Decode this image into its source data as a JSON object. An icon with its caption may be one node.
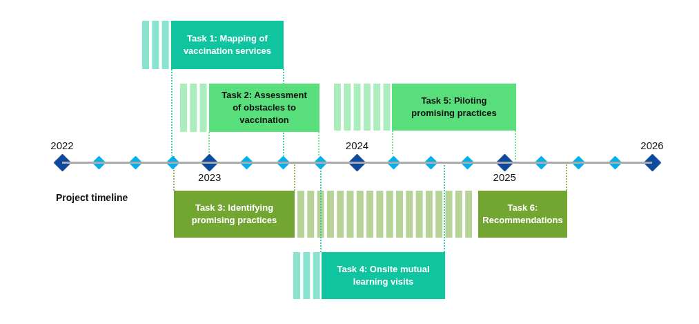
{
  "diagram": {
    "nodes": [
      {
        "text": [
          "Task 1: Mapping of vaccination services"
        ]
      },
      {
        "text": [
          "Task 2: Assessment of obstacles to vaccination"
        ]
      },
      {
        "text": [
          "Task 5: Piloting promising practices"
        ]
      },
      {
        "text": [],
        "shape": "diamond",
        "beside": [
          "2022"
        ]
      },
      {
        "text": [],
        "shape": "diamond"
      },
      {
        "text": [],
        "shape": "diamond"
      },
      {
        "text": [],
        "shape": "diamond"
      },
      {
        "text": [],
        "shape": "diamond",
        "beside": [
          "2023"
        ]
      },
      {
        "text": [],
        "shape": "diamond"
      },
      {
        "text": [],
        "shape": "diamond"
      },
      {
        "text": [],
        "shape": "diamond"
      },
      {
        "text": [],
        "shape": "diamond",
        "beside": [
          "2024"
        ]
      },
      {
        "text": [],
        "shape": "diamond"
      },
      {
        "text": [],
        "shape": "diamond"
      },
      {
        "text": [],
        "shape": "diamond"
      },
      {
        "text": [],
        "shape": "diamond",
        "beside": [
          "2025"
        ]
      },
      {
        "text": [],
        "shape": "diamond"
      },
      {
        "text": [],
        "shape": "diamond"
      },
      {
        "text": [],
        "shape": "diamond"
      },
      {
        "text": [],
        "shape": "diamond",
        "beside": [
          "2026"
        ]
      },
      {
        "text": [
          "Task 3: Identifying promising practices"
        ]
      },
      {
        "text": [
          "Task 6: Recommendations"
        ]
      },
      {
        "text": [
          "Task 4: Onsite mutual learning visits"
        ]
      },
      {
        "text": [],
        "shape": "bar"
      }
    ],
    "edges": [
      {
        "from": 0,
        "to": 6,
        "arrow": "none",
        "color": "#10c4a0"
      },
      {
        "from": 0,
        "to": 9,
        "arrow": "none",
        "color": "#10c4a0"
      },
      {
        "from": 1,
        "to": 7,
        "arrow": "none",
        "color": "#58de7a"
      },
      {
        "from": 1,
        "to": 10,
        "arrow": "none",
        "color": "#58de7a"
      },
      {
        "from": 2,
        "to": 12,
        "arrow": "none",
        "color": "#58de7a"
      },
      {
        "from": 2,
        "to": 23,
        "arrow": "none",
        "color": "#58de7a"
      },
      {
        "from": 20,
        "to": 6,
        "arrow": "none",
        "color": "#73a533"
      },
      {
        "from": 20,
        "to": 23,
        "arrow": "none",
        "color": "#73a533"
      },
      {
        "from": 22,
        "to": 10,
        "arrow": "none",
        "color": "#10c4a0"
      },
      {
        "from": 22,
        "to": 23,
        "arrow": "none",
        "color": "#10c4a0"
      },
      {
        "from": 21,
        "to": 23,
        "arrow": "none",
        "color": "#73a533"
      }
    ],
    "labels": [
      "Project timeline"
    ]
  }
}
